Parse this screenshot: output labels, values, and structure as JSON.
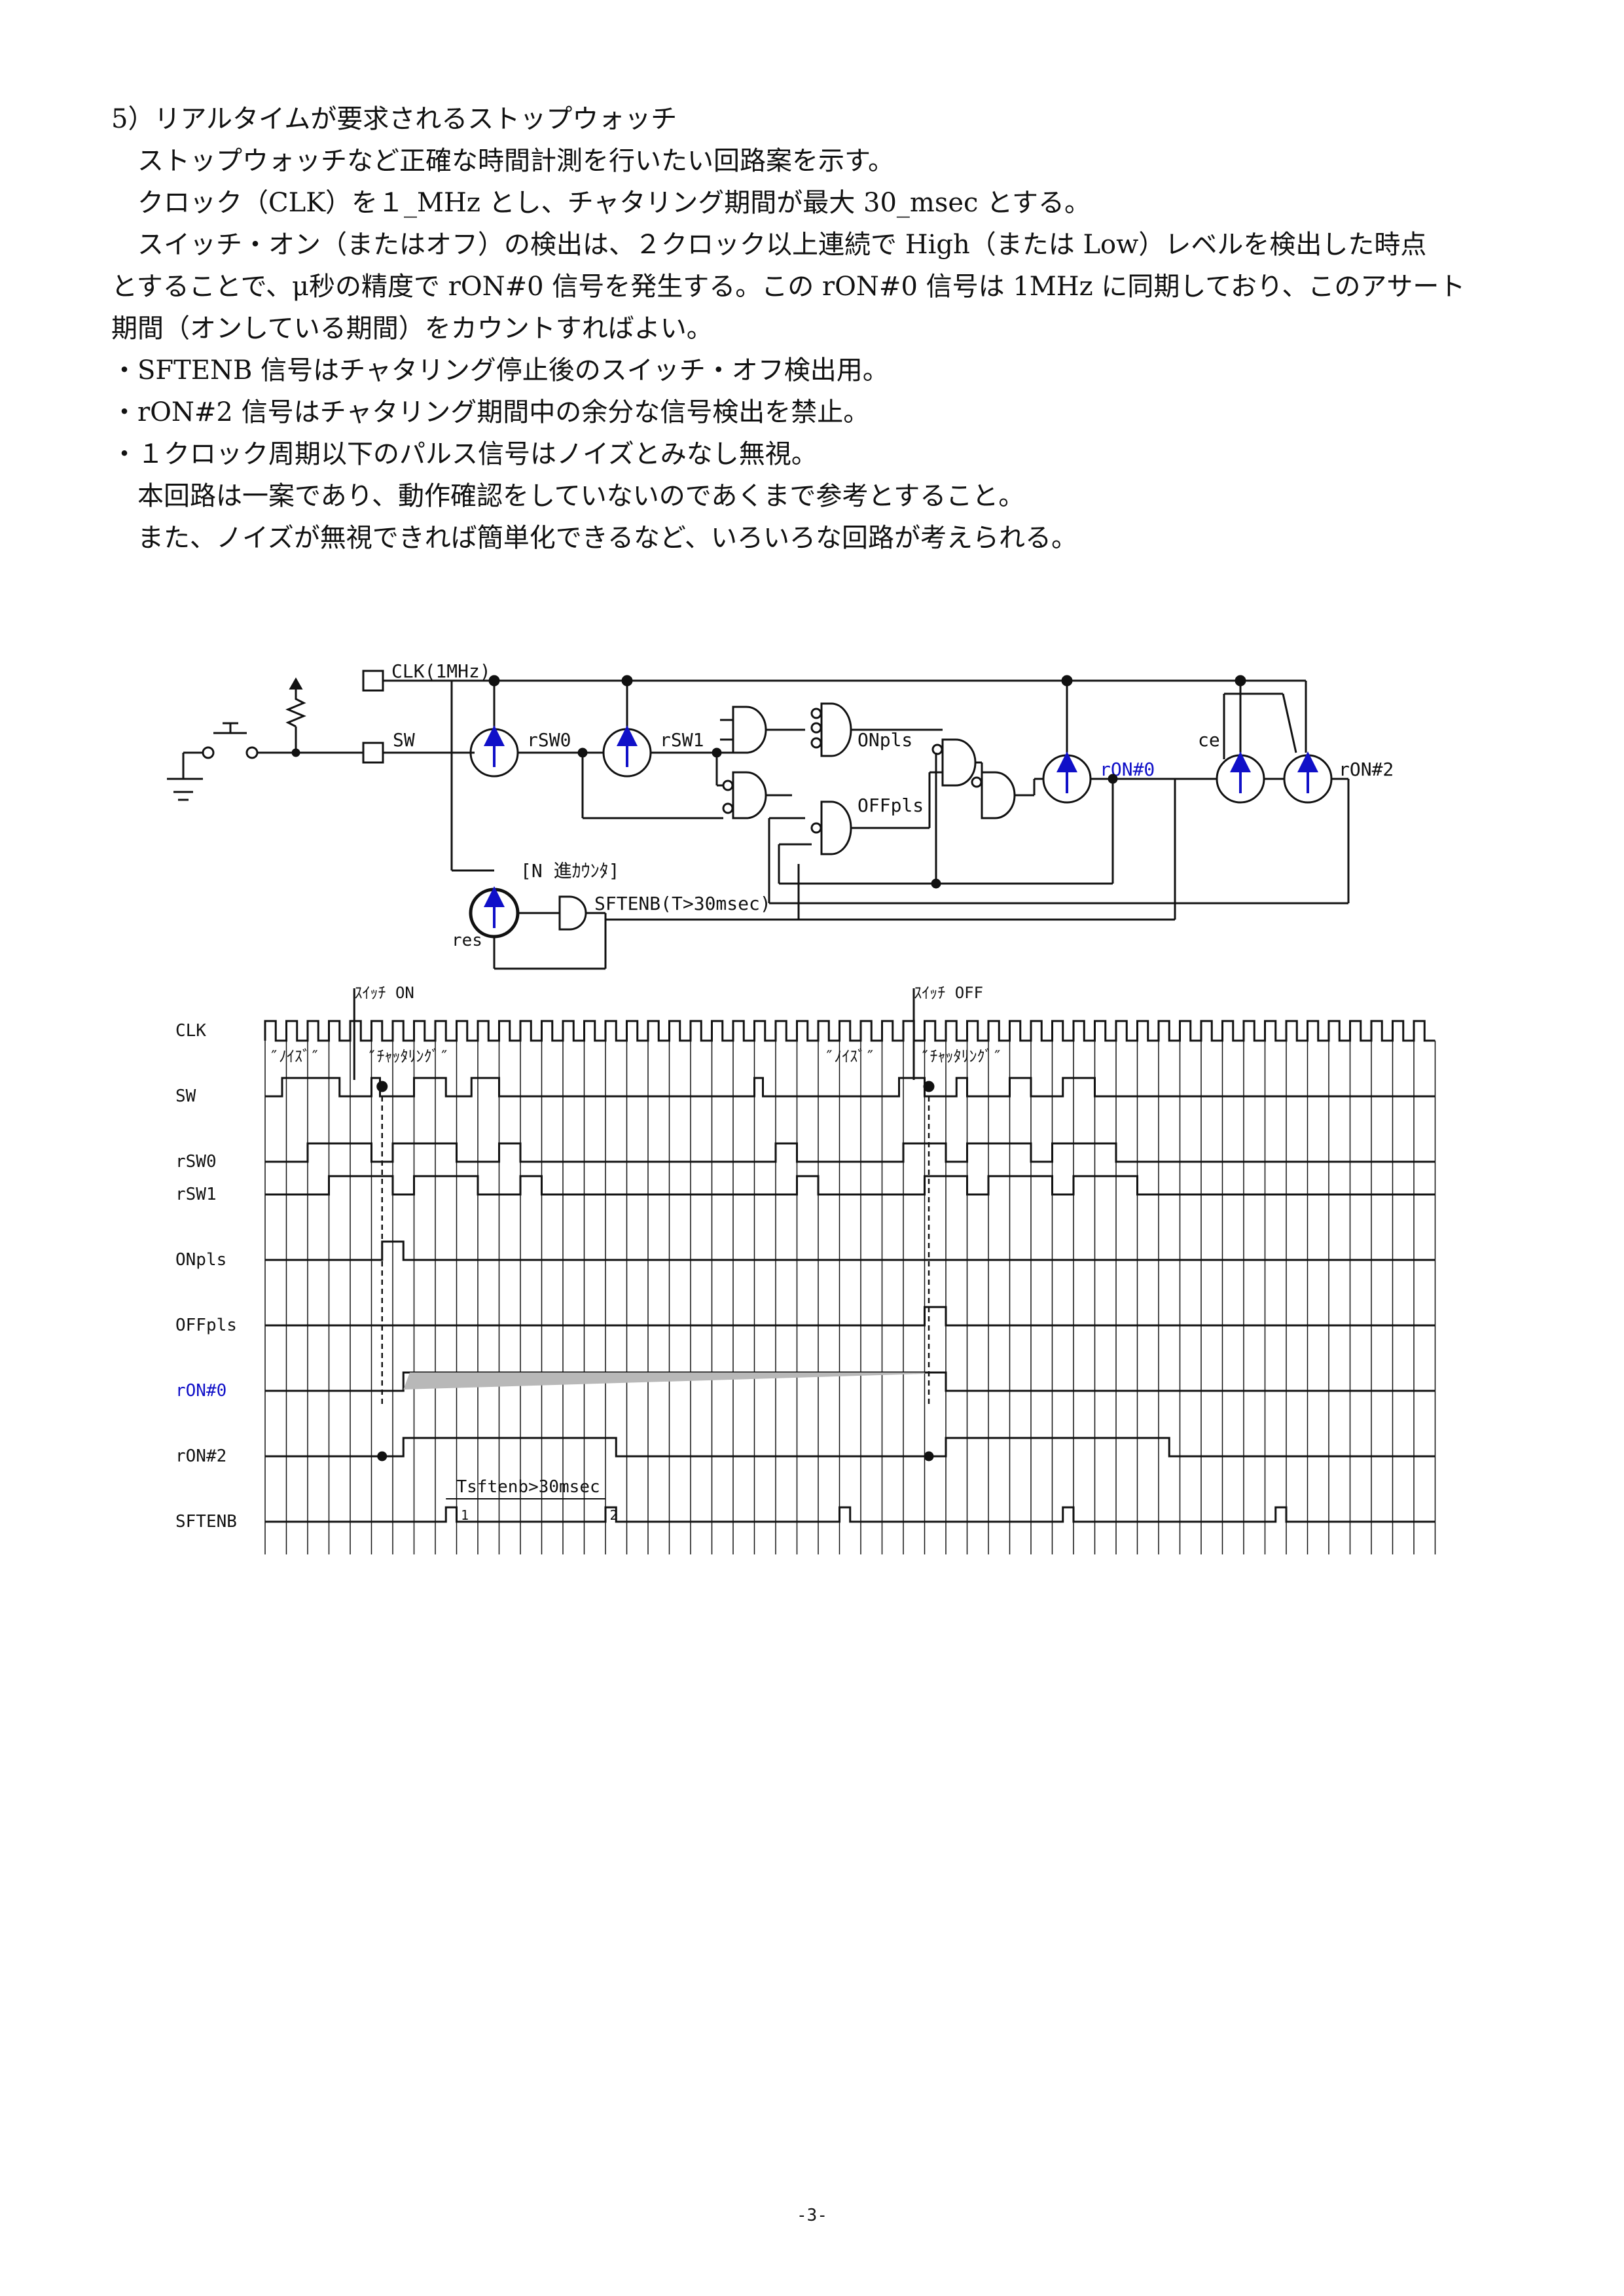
{
  "heading": "5）リアルタイムが要求されるストップウォッチ",
  "paragraphs": [
    "　ストップウォッチなど正確な時間計測を行いたい回路案を示す。",
    "　クロック（CLK）を１_MHz とし、チャタリング期間が最大 30_msec とする。",
    "　スイッチ・オン（またはオフ）の検出は、２クロック以上連続で High（または Low）レベルを検出した時点",
    "とすることで、μ秒の精度で rON#0 信号を発生する。この rON#0 信号は 1MHz に同期しており、このアサート",
    "期間（オンしている期間）をカウントすればよい。",
    "・SFTENB 信号はチャタリング停止後のスイッチ・オフ検出用。",
    "・rON#2 信号はチャタリング期間中の余分な信号検出を禁止。",
    "・１クロック周期以下のパルス信号はノイズとみなし無視。",
    "　本回路は一案であり、動作確認をしていないのであくまで参考とすること。",
    "　また、ノイズが無視できれば簡単化できるなど、いろいろな回路が考えられる。"
  ],
  "schematic": {
    "clk_label": "CLK(1MHz)",
    "sw_label": "SW",
    "rsw0": "rSW0",
    "rsw1": "rSW1",
    "onpls": "ONpls",
    "offpls": "OFFpls",
    "ron0": "rON#0",
    "ron2": "rON#2",
    "ce": "ce",
    "counter_label": "[N 進ｶｳﾝﾀ]",
    "sftenb_label": "SFTENB(T>30msec)",
    "res": "res"
  },
  "timing": {
    "switch_on": "ｽｲｯﾁ ON",
    "switch_off": "ｽｲｯﾁ OFF",
    "noise": "″ﾉｲｽﾞ″",
    "chattering": "″ﾁｬｯﾀﾘﾝｸﾞ″",
    "tsftenb": "Tsftenb>30msec",
    "marker1": "1",
    "marker2": "2",
    "signals": [
      "CLK",
      "SW",
      "rSW0",
      "rSW1",
      "ONpls",
      "OFFpls",
      "rON#0",
      "rON#2",
      "SFTENB"
    ]
  },
  "colors": {
    "accent": "#1010c8",
    "ink": "#111111",
    "fill_gray": "#b8b8b8"
  },
  "page_number": "-3-"
}
